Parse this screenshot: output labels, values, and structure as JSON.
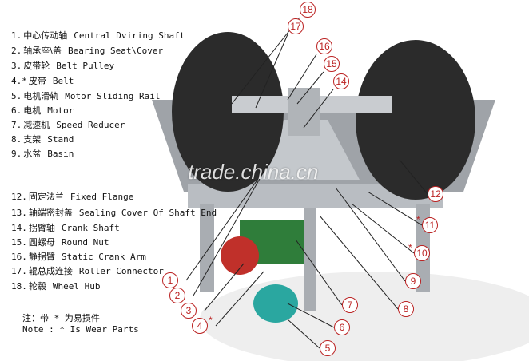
{
  "legend": [
    {
      "num": "1.",
      "cn": "中心传动轴",
      "en": "Central Dviring Shaft"
    },
    {
      "num": "2.",
      "cn": "轴承座\\盖",
      "en": "Bearing Seat\\Cover"
    },
    {
      "num": "3.",
      "cn": "皮带轮",
      "en": "Belt Pulley"
    },
    {
      "num": "4.*",
      "cn": "皮带",
      "en": "Belt"
    },
    {
      "num": "5.",
      "cn": "电机滑轨",
      "en": "Motor Sliding Rail"
    },
    {
      "num": "6.",
      "cn": "电机",
      "en": "Motor"
    },
    {
      "num": "7.",
      "cn": "减速机",
      "en": "Speed Reducer"
    },
    {
      "num": "8.",
      "cn": "支架",
      "en": "Stand"
    },
    {
      "num": "9.",
      "cn": "水盆",
      "en": "Basin"
    },
    {
      "num": "12.",
      "cn": "固定法兰",
      "en": "Fixed Flange"
    },
    {
      "num": "13.",
      "cn": "轴端密封盖",
      "en": "Sealing Cover Of Shaft End"
    },
    {
      "num": "14.",
      "cn": "拐臂轴",
      "en": "Crank Shaft"
    },
    {
      "num": "15.",
      "cn": "圆螺母",
      "en": "Round Nut"
    },
    {
      "num": "16.",
      "cn": "静拐臂",
      "en": "Static Crank Arm"
    },
    {
      "num": "17.",
      "cn": "辊总成连接",
      "en": "Roller Connector"
    },
    {
      "num": "18.",
      "cn": "轮毂",
      "en": "Wheel Hub"
    }
  ],
  "note": {
    "cn": "注：带 * 为易损件",
    "en": "Note : * Is Wear Parts"
  },
  "callouts": [
    "18",
    "17",
    "16",
    "15",
    "14",
    "12",
    "11",
    "10",
    "9",
    "8",
    "7",
    "6",
    "5",
    "4",
    "3",
    "2",
    "1"
  ],
  "star": "*",
  "watermark": "trade.china.cn"
}
